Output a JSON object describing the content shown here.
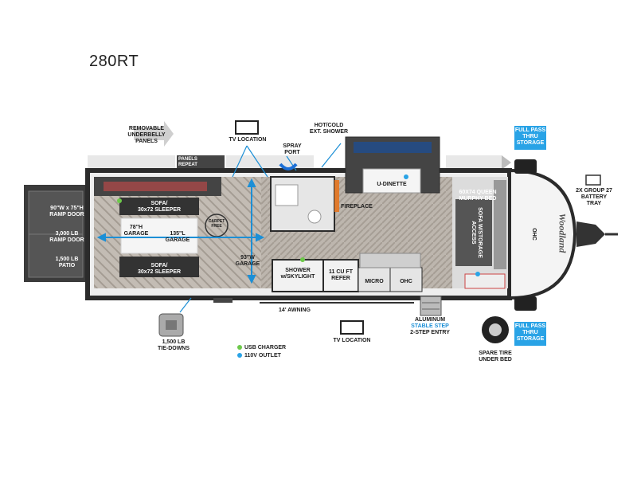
{
  "model": "280RT",
  "colors": {
    "accent_blue": "#29a3e6",
    "wall_dark": "#2b2b2b",
    "floor": "#b9b2aa",
    "usb": "#6dc94a",
    "outlet": "#29a3e6"
  },
  "labels": {
    "removable_panels": "REMOVABLE\nUNDERBELLY\nPANELS",
    "panels_repeat": "PANELS\nREPEAT",
    "tv_top": "TV LOCATION",
    "spray_port": "SPRAY\nPORT",
    "ext_shower": "HOT/COLD\nEXT. SHOWER",
    "full_pass_top": "FULL PASS\nTHRU\nSTORAGE",
    "battery": "2X GROUP 27\nBATTERY\nTRAY",
    "ramp_door_size": "90\"W x 75\"H\nRAMP DOOR",
    "ramp_door_lb": "3,000 LB\nRAMP DOOR",
    "patio": "1,500 LB\nPATIO",
    "sofa_top": "SOFA/\n30x72 SLEEPER",
    "sofa_bottom": "SOFA/\n30x72 SLEEPER",
    "garage_78": "78\"H\nGARAGE",
    "garage_135": "135\"L\nGARAGE",
    "garage_93": "93\"W\nGARAGE",
    "fireplace": "FIREPLACE",
    "u_dinette": "U-DINETTE",
    "murphy_bed": "60X74 QUEEN\nMURPHY BED",
    "sofa_storage": "SOFA W/STORAGE\nACCESS",
    "ohc_right": "OHC",
    "shower": "SHOWER\nw/SKYLIGHT",
    "refer": "11 CU FT\nREFER",
    "micro": "MICRO",
    "ohc_kitchen": "OHC",
    "awning": "14' AWNING",
    "tie_downs": "1,500 LB\nTIE-DOWNS",
    "usb_charger": "USB CHARGER",
    "outlet": "110V OUTLET",
    "tv_bottom": "TV LOCATION",
    "aluminum": "ALUMINUM",
    "stable_step": "STABLE STEP",
    "two_step": "2-STEP ENTRY",
    "spare_tire": "SPARE TIRE\nUNDER BED",
    "full_pass_bottom": "FULL PASS\nTHRU\nSTORAGE",
    "logo": "Woodland",
    "carpet": "CARPET\nFREE"
  }
}
